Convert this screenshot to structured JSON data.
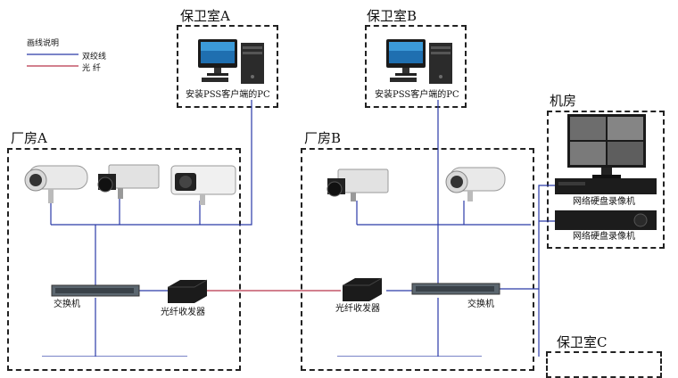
{
  "legend": {
    "title": "画线说明",
    "items": [
      {
        "label": "双绞线",
        "color": "#2a3aa8"
      },
      {
        "label": "光  纤",
        "color": "#b8344a"
      }
    ]
  },
  "zones": {
    "guard_a": {
      "title": "保卫室A",
      "pc_label": "安装PSS客户端的PC"
    },
    "guard_b": {
      "title": "保卫室B",
      "pc_label": "安装PSS客户端的PC"
    },
    "factory_a": {
      "title": "厂房A"
    },
    "factory_b": {
      "title": "厂房B"
    },
    "machine_room": {
      "title": "机房",
      "nvr_labels": [
        "网络硬盘录像机",
        "网络硬盘录像机"
      ]
    },
    "guard_c": {
      "title": "保卫室C"
    }
  },
  "devices": {
    "switch_a": "交换机",
    "converter_a": "光纤收发器",
    "converter_b": "光纤收发器",
    "switch_b": "交换机"
  },
  "colors": {
    "twisted_pair": "#2a3aa8",
    "fiber": "#b8344a",
    "border": "#222222"
  }
}
